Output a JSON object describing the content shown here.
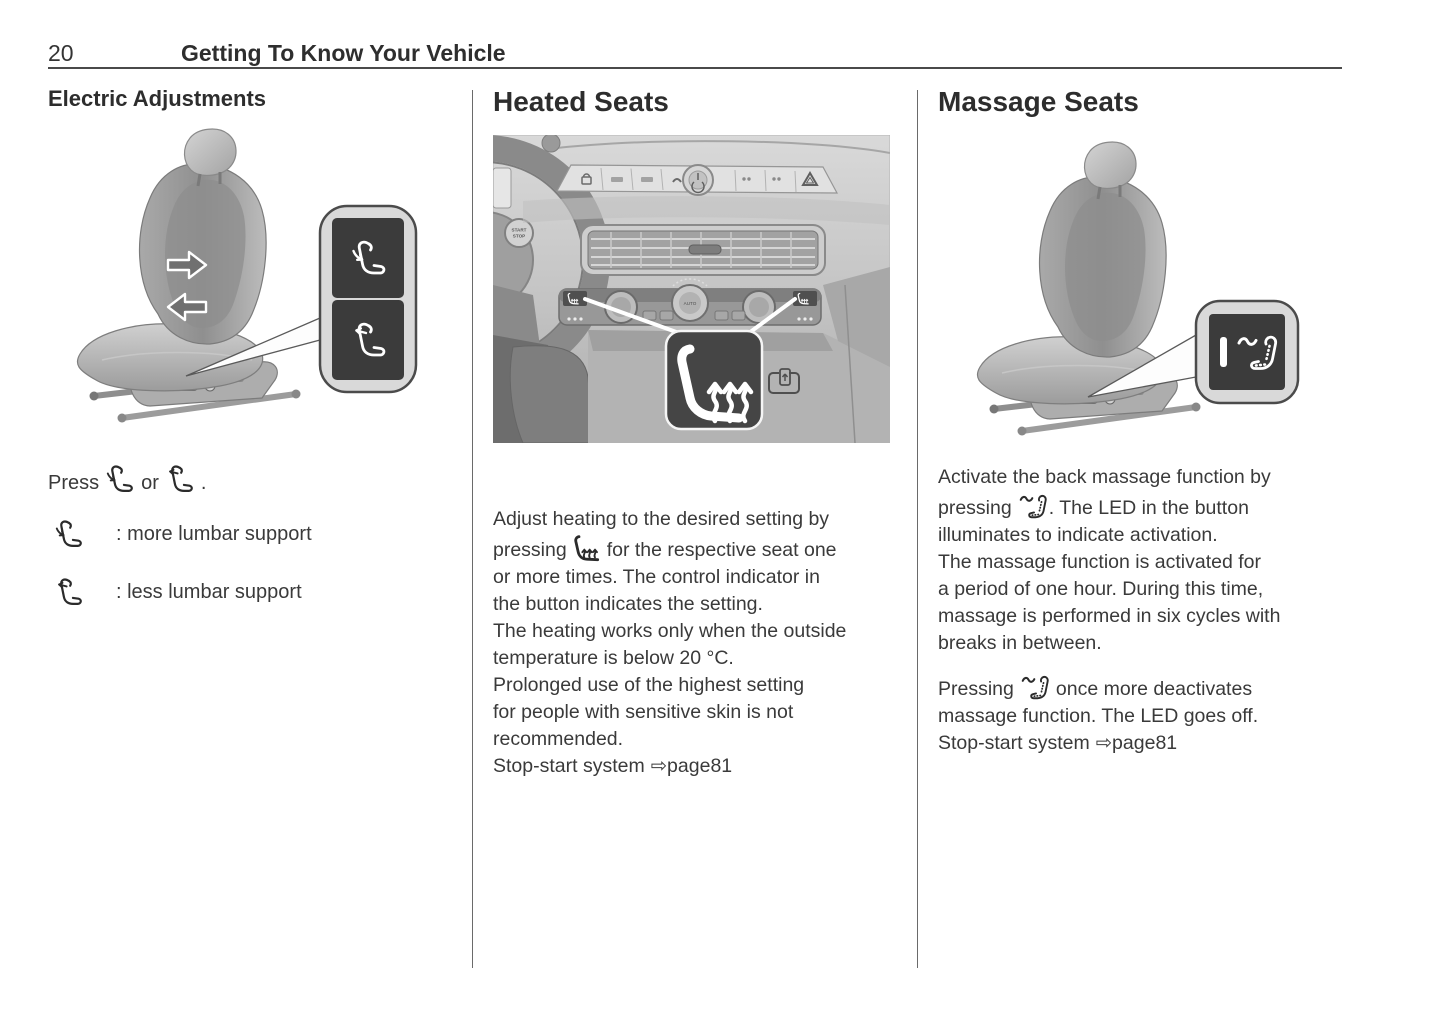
{
  "page": {
    "number": "20",
    "title": "Getting To Know Your Vehicle"
  },
  "colors": {
    "text": "#3a3a3a",
    "heading": "#2d2d2d",
    "rule": "#4a4a4a",
    "divider": "#6a6a6a",
    "button_dark": "#3b3b3b",
    "callout_bg": "#d9d9d9",
    "icon_on_button": "#ffffff"
  },
  "icons": {
    "lumbar_more": "seat-lumbar-more-icon",
    "lumbar_less": "seat-lumbar-less-icon",
    "heated_seat": "heated-seat-icon",
    "massage_seat": "massage-seat-icon",
    "page_ref_arrow": "⇨"
  },
  "electric": {
    "heading": "Electric Adjustments",
    "press_label": "Press",
    "or_label": "or",
    "period": ".",
    "items": [
      {
        "label": ": more lumbar support"
      },
      {
        "label": ": less lumbar support"
      }
    ]
  },
  "heated": {
    "heading": "Heated Seats",
    "p1_before": "Adjust heating to the desired setting by\npressing",
    "p1_after": "for the respective seat one\nor more times. The control indicator in\nthe button indicates the setting.",
    "p2": "The heating works only when the outside\ntemperature is below 20 °C.",
    "p3": "Prolonged use of the highest setting\nfor people with sensitive skin is not\nrecommended.",
    "stop_start_label": "Stop-start system",
    "stop_start_ref": "⇨page81",
    "illustration": {
      "start_stop_line1": "START",
      "start_stop_line2": "STOP",
      "auto_label": "AUTO"
    }
  },
  "massage": {
    "heading": "Massage Seats",
    "p1_before": "Activate the back massage function by\npressing",
    "p1_after": ". The LED in the button\nilluminates to indicate activation.",
    "p2": "The massage function is activated for\na period of one hour. During this time,\nmassage is performed in six cycles with\nbreaks in between.",
    "p3_before": "Pressing",
    "p3_after": "once more deactivates\nmassage function. The LED goes off.",
    "stop_start_label": "Stop-start system",
    "stop_start_ref": "⇨page81"
  }
}
